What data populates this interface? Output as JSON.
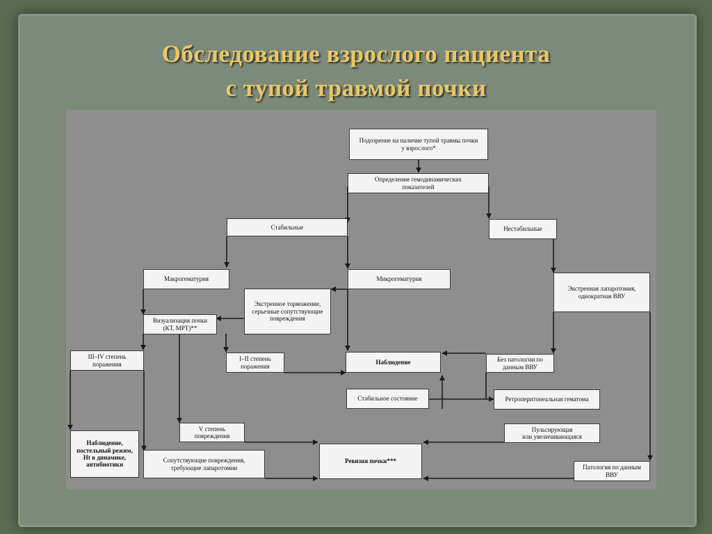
{
  "title": {
    "line1": "Обследование  взрослого  пациента",
    "line2": "с  тупой  травмой почки"
  },
  "flowchart": {
    "suspicion": "Подозрение на наличие тупой травмы почки\nу взрослого*",
    "hemodynamics": "Определение гемодинамических\nпоказателей",
    "stable": "Стабильные",
    "unstable": "Нестабильные",
    "macrohematuria": "Макрогематурия",
    "microhematuria": "Микрогематурия",
    "deceleration": "Экстренное торможение,\nсерьезные сопутствующие\nповреждения",
    "emergency_laparotomy": "Экстренная лапаротомия,\nоднократная ВВУ",
    "visualization": "Визуализация почки\n(КТ, МРТ)**",
    "grade_3_4": "III–IV степень\nпоражения",
    "grade_1_2": "I–II степень\nпоражения",
    "observation": "Наблюдение",
    "no_pathology": "Без патологии по\nданным ВВУ",
    "stable_condition": "Стабильное состояние",
    "retroperitoneal": "Ретроперитонеальная гематома",
    "grade_5": "V степень\nповреждения",
    "pulsating": "Пульсирующая\nили увеличивающаяся",
    "observation_bed": "Наблюдение,\nпостельный режим,\nHt в динамике,\nантибиотики",
    "concomitant": "Сопутствующие повреждения,\nтребующие лапаротомии",
    "revision": "Ревизия почки***",
    "pathology_ivu": "Патология по данным\nВВУ"
  }
}
